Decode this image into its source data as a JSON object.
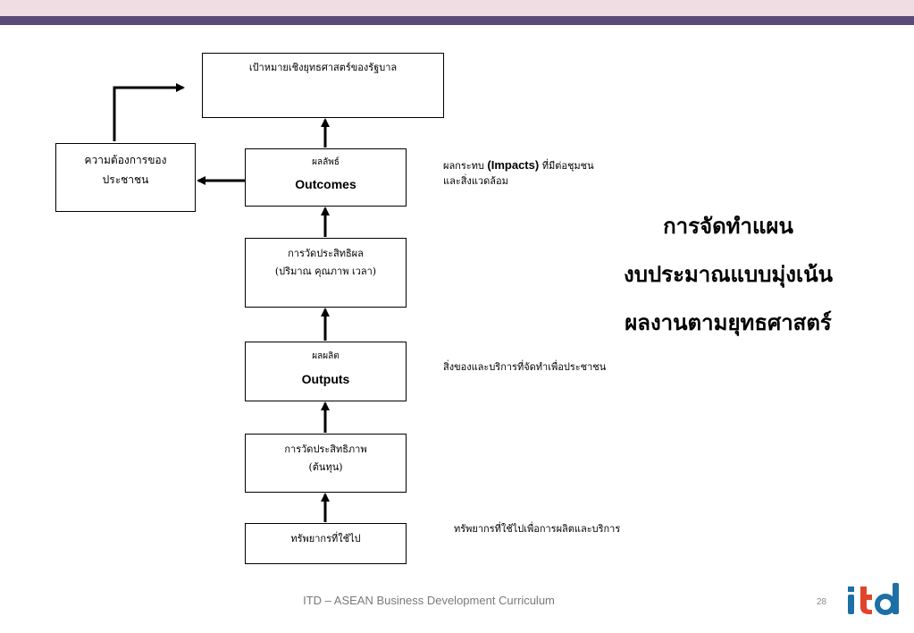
{
  "header": {
    "colors": {
      "light_band": "#f0dde3",
      "dark_band": "#5c4a7a"
    }
  },
  "diagram": {
    "goal_box": {
      "text": "เป้าหมายเชิงยุทธศาสตร์ของรัฐบาล"
    },
    "needs_box": {
      "line1": "ความต้องการของ",
      "line2": "ประชาชน"
    },
    "outcomes_box": {
      "th": "ผลลัพธ์",
      "en": "Outcomes"
    },
    "effectiveness_box": {
      "line1": "การวัดประสิทธิผล",
      "line2": "(ปริมาณ คุณภาพ เวลา)"
    },
    "outputs_box": {
      "th": "ผลผลิต",
      "en": "Outputs"
    },
    "efficiency_box": {
      "line1": "การวัดประสิทธิภาพ",
      "line2": "(ต้นทุน)"
    },
    "inputs_box": {
      "text": "ทรัพยากรที่ใช้ไป"
    }
  },
  "notes": {
    "impacts": {
      "prefix": "ผลกระทบ",
      "en": "(Impacts)",
      "suffix": "ที่มีต่อชุมชน",
      "line2": "และสิ่งแวดล้อม"
    },
    "outputs": "สิ่งของและบริการที่จัดทำเพื่อประชาชน",
    "inputs": "ทรัพยากรที่ใช้ไปเพื่อการผลิตและบริการ"
  },
  "title": {
    "line1": "การจัดทำแผน",
    "line2": "งบประมาณแบบมุ่งเน้น",
    "line3": "ผลงานตามยุทธศาสตร์"
  },
  "footer": {
    "text": "ITD – ASEAN Business Development Curriculum",
    "page": "28",
    "logo": "itd",
    "logo_colors": {
      "i": "#1d6fa5",
      "t": "#e0452b",
      "d": "#1d6fa5"
    }
  }
}
